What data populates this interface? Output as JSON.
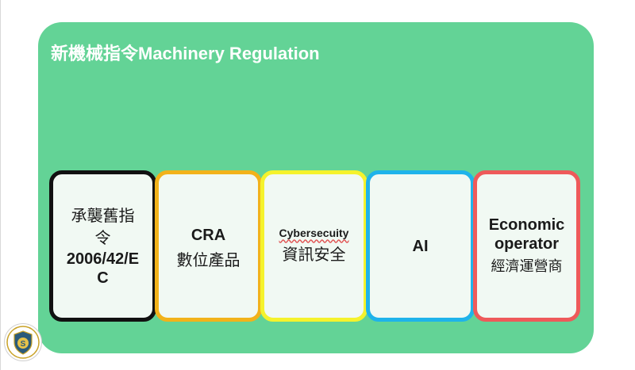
{
  "panel": {
    "title": "新機械指令Machinery Regulation",
    "bg_color": "#63d396"
  },
  "cards": [
    {
      "lines": [
        "承襲舊指",
        "令",
        "2006/42/E",
        "C"
      ],
      "border_color": "#111111"
    },
    {
      "lines": [
        "CRA",
        "數位產品"
      ],
      "border_color": "#f2b21a"
    },
    {
      "lines": [
        "Cybersecuity",
        "資訊安全"
      ],
      "border_color": "#f5f22c"
    },
    {
      "lines": [
        "AI"
      ],
      "border_color": "#1fb3ea"
    },
    {
      "lines": [
        "Economic",
        "operator",
        "經濟運營商"
      ],
      "border_color": "#ee5a5a"
    }
  ],
  "logo": {
    "icon": "shield-s-logo-icon",
    "letter": "S"
  }
}
